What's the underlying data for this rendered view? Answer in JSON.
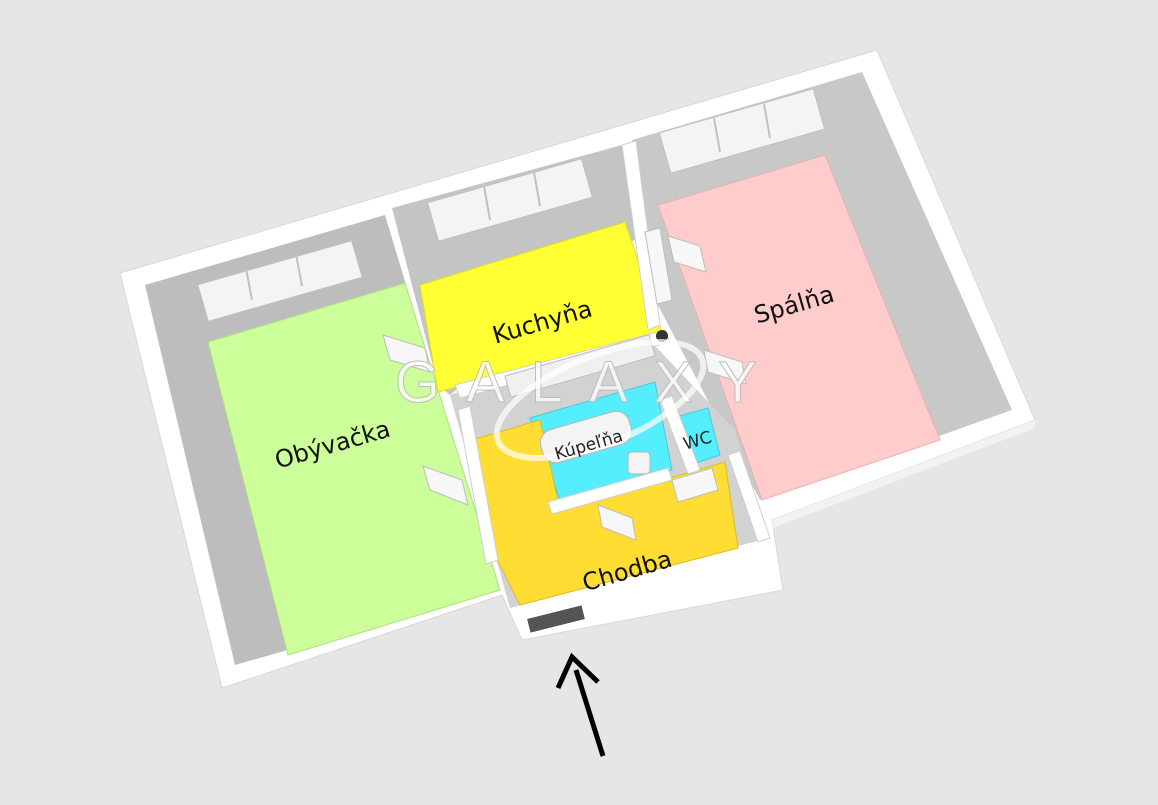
{
  "colors": {
    "background": "#e6e6e6",
    "walls": "#ffffff",
    "inner_wall": "#c8c8c8",
    "living_room": "#ccff99",
    "kitchen": "#ffff33",
    "bedroom": "#ffcccc",
    "hallway": "#ffdd33",
    "bathroom": "#55eeff",
    "wc": "#55eeff"
  },
  "rooms": {
    "living_room": {
      "label": "Obývačka"
    },
    "kitchen": {
      "label": "Kuchyňa"
    },
    "bedroom": {
      "label": "Spálňa"
    },
    "bathroom": {
      "label": "Kúpeľňa"
    },
    "wc": {
      "label": "WC"
    },
    "hallway": {
      "label": "Chodba"
    }
  },
  "watermark": {
    "text": "GALAXY"
  },
  "entrance": {
    "icon": "arrow-up-icon"
  }
}
